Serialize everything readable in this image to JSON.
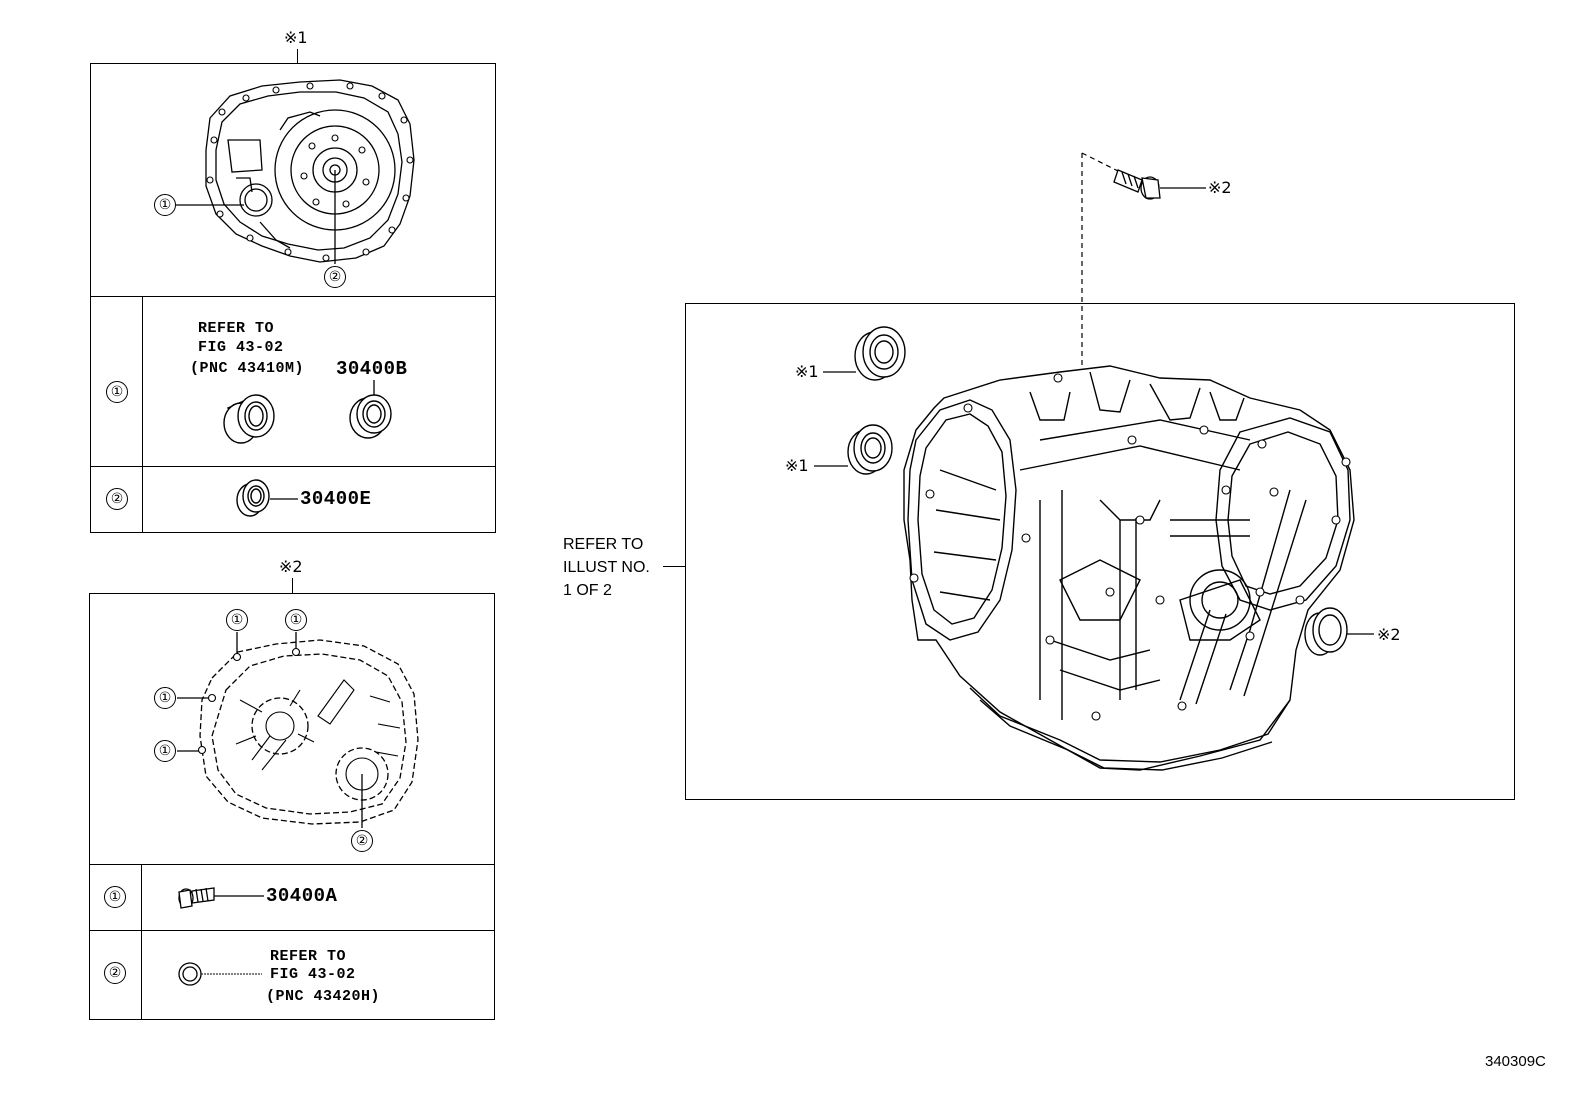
{
  "diagram_code": "340309C",
  "panel1": {
    "title": "※1",
    "row1": {
      "index": "①",
      "ref_lines": [
        "REFER TO",
        "FIG 43-02",
        "(PNC 43410M)"
      ],
      "part_no": "30400B"
    },
    "row2": {
      "index": "②",
      "part_no": "30400E"
    },
    "callout1": "①",
    "callout2": "②"
  },
  "panel2": {
    "title": "※2",
    "row1": {
      "index": "①",
      "part_no": "30400A"
    },
    "row2": {
      "index": "②",
      "ref_lines": [
        "REFER TO",
        "FIG 43-02",
        "(PNC 43420H)"
      ]
    },
    "callout1": "①",
    "callout2": "②"
  },
  "main": {
    "refer_lines": [
      "REFER TO",
      "ILLUST NO.",
      "1 OF 2"
    ],
    "labels": {
      "bolt": "※2",
      "seal_top": "※1",
      "seal_mid": "※1",
      "seal_right": "※2"
    }
  }
}
